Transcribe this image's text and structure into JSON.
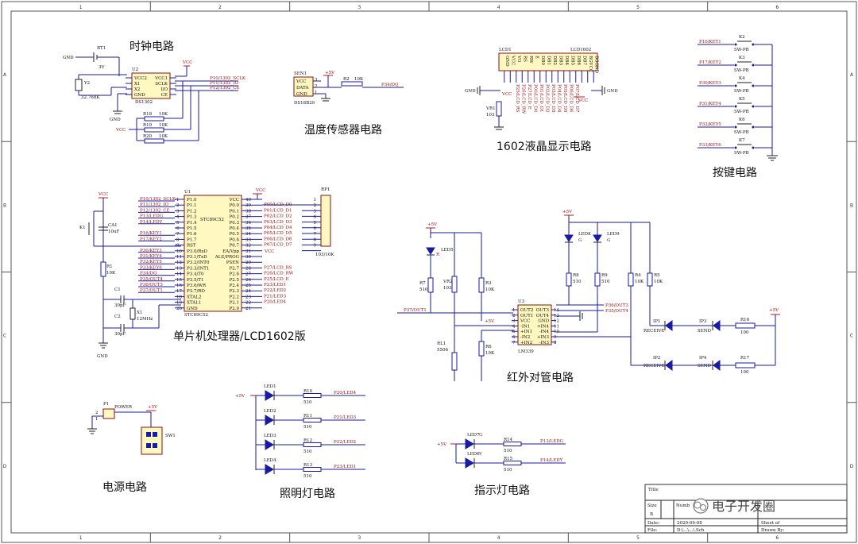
{
  "border": {
    "cols": [
      "1",
      "2",
      "3",
      "4",
      "5",
      "6"
    ],
    "rows": [
      "A",
      "B",
      "C",
      "D"
    ]
  },
  "sections": {
    "clock": "时钟电路",
    "temp": "温度传感器电路",
    "lcd": "1602液晶显示电路",
    "keys": "按键电路",
    "mcu": "单片机处理器/LCD1602版",
    "ir": "红外对管电路",
    "power": "电源电路",
    "light": "照明灯电路",
    "indicator": "指示灯电路"
  },
  "clock": {
    "bt": "BT1",
    "bt_v": "3V",
    "gnd1": "GND",
    "y": "Y2",
    "y_v": "32.768K",
    "u": "U2",
    "chip": "DS1302",
    "pins_l": [
      "VCC2",
      "X1",
      "X2",
      "GND"
    ],
    "pins_r": [
      "VCC1",
      "SCLK",
      "I/O",
      "CE"
    ],
    "vcc": "VCC",
    "gnd2": "GND",
    "nets": [
      "P10/1302_SCLK",
      "P11/1302_IO",
      "P12/1302_CE"
    ],
    "r": [
      {
        "n": "R18",
        "v": "10K"
      },
      {
        "n": "R19",
        "v": "10K"
      },
      {
        "n": "R20",
        "v": "10K"
      }
    ],
    "vcc2": "VCC"
  },
  "temp": {
    "sen": "SEN1",
    "pins": [
      "VCC",
      "DATA",
      "GND"
    ],
    "chip": "DS18B20",
    "pin_nums": [
      "3",
      "2",
      "1"
    ],
    "v5": "+5V",
    "r": "R2",
    "rv": "10K",
    "net": "P34/DQ"
  },
  "lcd": {
    "lcd": "LCD1",
    "model": "LCD1602",
    "pins": [
      "GND",
      "VCC",
      "VO",
      "RS",
      "RW",
      "E",
      "DB0",
      "DB1",
      "DB2",
      "DB3",
      "DB4",
      "DB5",
      "DB6",
      "DB7",
      "BGVCC",
      "BGGND"
    ],
    "gnd": "GND",
    "gnd2": "GND",
    "vcc": "VCC",
    "vr": "VR1",
    "vrv": "103",
    "vcc2": "VCC",
    "nets": [
      "P25/LCD_RS",
      "P26/LCD_RW",
      "P27/LCD_E",
      "P00/LCD_D0",
      "P01/LCD_D1",
      "P02/LCD_D2",
      "P03/LCD_D3",
      "P04/LCD_D4",
      "P05/LCD_D5",
      "P06/LCD_D6",
      "P07/LCD_D7"
    ]
  },
  "keys": [
    {
      "net": "P16/KEY1",
      "k": "K2"
    },
    {
      "net": "P17/KEY2",
      "k": "K3"
    },
    {
      "net": "P30/KEY3",
      "k": "K4"
    },
    {
      "net": "P31/KEY4",
      "k": "K5"
    },
    {
      "net": "P32/KEY5",
      "k": "K6"
    },
    {
      "net": "P33/KEY6",
      "k": "K7"
    }
  ],
  "keys_type": "SW-PB",
  "mcu": {
    "u": "U1",
    "chip": "STC89C52",
    "chip2": "STC89C52",
    "vcc": "VCC",
    "vcc2": "VCC",
    "vcc3": "VCC",
    "pins_l": [
      "P1.0",
      "P1.1",
      "P1.2",
      "P1.3",
      "P1.4",
      "P1.5",
      "P1.6",
      "P1.7",
      "RST",
      "P3.0/RxD",
      "P3.1/TxD",
      "P3.2/INT0",
      "P3.3/INT1",
      "P3.4/T0",
      "P3.5/T1",
      "P3.6/WR",
      "P3.7/RD",
      "XTAL2",
      "XTAL1",
      "GND"
    ],
    "nums_l": [
      "1",
      "2",
      "3",
      "4",
      "5",
      "6",
      "7",
      "8",
      "9",
      "10",
      "11",
      "12",
      "13",
      "14",
      "15",
      "16",
      "17",
      "18",
      "19",
      "20"
    ],
    "pins_r": [
      "VCC",
      "P0.0",
      "P0.1",
      "P0.2",
      "P0.3",
      "P0.4",
      "P0.5",
      "P0.6",
      "P0.7",
      "EA/Vpp",
      "ALE/PROG",
      "PSEN",
      "P2.7",
      "P2.6",
      "P2.5",
      "P2.4",
      "P2.3",
      "P2.2",
      "P2.1",
      "P2.0"
    ],
    "nums_r": [
      "40",
      "39",
      "38",
      "37",
      "36",
      "35",
      "34",
      "33",
      "32",
      "31",
      "30",
      "29",
      "28",
      "27",
      "26",
      "25",
      "24",
      "23",
      "22",
      "21"
    ],
    "nets_l": [
      "P10/1302_SCLK",
      "P11/1302_IO",
      "P12/1302_CE",
      "P13/LEDG",
      "P14/LEDY",
      "",
      "P16/KEY1",
      "P17/KEY2",
      "",
      "P30/KEY3",
      "P31/KEY4",
      "P32/KEY5",
      "P33/KEY6",
      "P34/DQ",
      "P35/OUT4",
      "P36/OUT3",
      "P37/OUT1"
    ],
    "nets_r": [
      "P00/LCD_D0",
      "P01/LCD_D1",
      "P02/LCD_D2",
      "P03/LCD_D3",
      "P04/LCD_D4",
      "P05/LCD_D5",
      "P06/LCD_D6",
      "P07/LCD_D7",
      "VCC",
      "",
      "",
      "P27/LCD_RS",
      "P26/LCD_RW",
      "P25/LCD_E",
      "P23/LED1",
      "P22/LED2",
      "P21/LED3",
      "P20/LED4"
    ],
    "rp": "RP1",
    "rpv": "103/10K",
    "rp_nums": [
      "1",
      "2",
      "3",
      "4",
      "5",
      "6",
      "7",
      "8",
      "9"
    ],
    "k": "K1",
    "ca": "CA1",
    "cav": "10uF",
    "r": "R1",
    "rv": "10K",
    "c1": "C1",
    "c1v": "30pF",
    "c2": "C2",
    "c2v": "30pF",
    "x": "X1",
    "xv": "12MHz",
    "gnd": "GND"
  },
  "ir": {
    "v5a": "+5V",
    "v5b": "+5V",
    "led5": "LED5",
    "led5c": "R",
    "r7": "R7",
    "r7v": "510",
    "vr": "VR2",
    "vrv": "103",
    "r3": "R3",
    "r3v": "10K",
    "net_out1": "P37/OUT1",
    "rl": "RL1",
    "rlv": "5506",
    "r6": "R6",
    "r6v": "10K",
    "led8": "LED8",
    "led8c": "G",
    "led9": "LED9",
    "led9c": "G",
    "r8": "R8",
    "r8v": "510",
    "r9": "R9",
    "r9v": "510",
    "r4": "R4",
    "r4v": "10K",
    "r5": "R5",
    "r5v": "10K",
    "u": "U3",
    "chip": "LM339",
    "pins_l": [
      "OUT2",
      "OUT1",
      "VCC",
      "-IN1",
      "+IN1",
      "-IN2",
      "+IN2"
    ],
    "nums_l": [
      "1",
      "2",
      "3",
      "4",
      "5",
      "6",
      "7"
    ],
    "pins_r": [
      "OUT3",
      "OUT4",
      "GND",
      "+IN4",
      "-IN4",
      "+IN3",
      "-IN3"
    ],
    "nums_r": [
      "14",
      "13",
      "12",
      "11",
      "10",
      "9",
      "8"
    ],
    "v5c": "+5V",
    "net_out3": "P36/OUT3",
    "net_out4": "P35/OUT4",
    "ip1": "IP1",
    "ip1t": "RECEIVE",
    "ip2": "IP2",
    "ip2t": "RECEIVE",
    "ip3": "IP3",
    "ip3t": "SEND",
    "ip4": "IP4",
    "ip4t": "SEND",
    "r16": "R16",
    "r16v": "100",
    "r17": "R17",
    "r17v": "100",
    "v5d": "+5V"
  },
  "power": {
    "p": "P1",
    "pt": "POWER",
    "v5": "+5V",
    "sw": "SW1",
    "pins": [
      "1",
      "2"
    ]
  },
  "light": {
    "v5": "+5V",
    "rows": [
      {
        "led": "LED1",
        "r": "R10",
        "rv": "510",
        "net": "P20/LED4"
      },
      {
        "led": "LED2",
        "r": "R11",
        "rv": "510",
        "net": "P21/LED3"
      },
      {
        "led": "LED3",
        "r": "R12",
        "rv": "510",
        "net": "P22/LED2"
      },
      {
        "led": "LED4",
        "r": "R13",
        "rv": "510",
        "net": "P23/LED1"
      }
    ]
  },
  "indicator": {
    "v5": "+5V",
    "rows": [
      {
        "led": "LED7",
        "c": "G",
        "r": "R14",
        "rv": "510",
        "net": "P13/LEDG"
      },
      {
        "led": "LED6",
        "c": "Y",
        "r": "R15",
        "rv": "510",
        "net": "P14/LEDY"
      }
    ]
  },
  "titleblock": {
    "title": "Title",
    "size": "Size",
    "size_v": "B",
    "number": "Numb",
    "date": "Date:",
    "date_v": "2020-09-08",
    "file": "File:",
    "file_v": "D:\\...\\...\\.Sch",
    "sheet": "Sheet of",
    "drawn": "Drawn By:",
    "watermark": "电子开发圈"
  }
}
